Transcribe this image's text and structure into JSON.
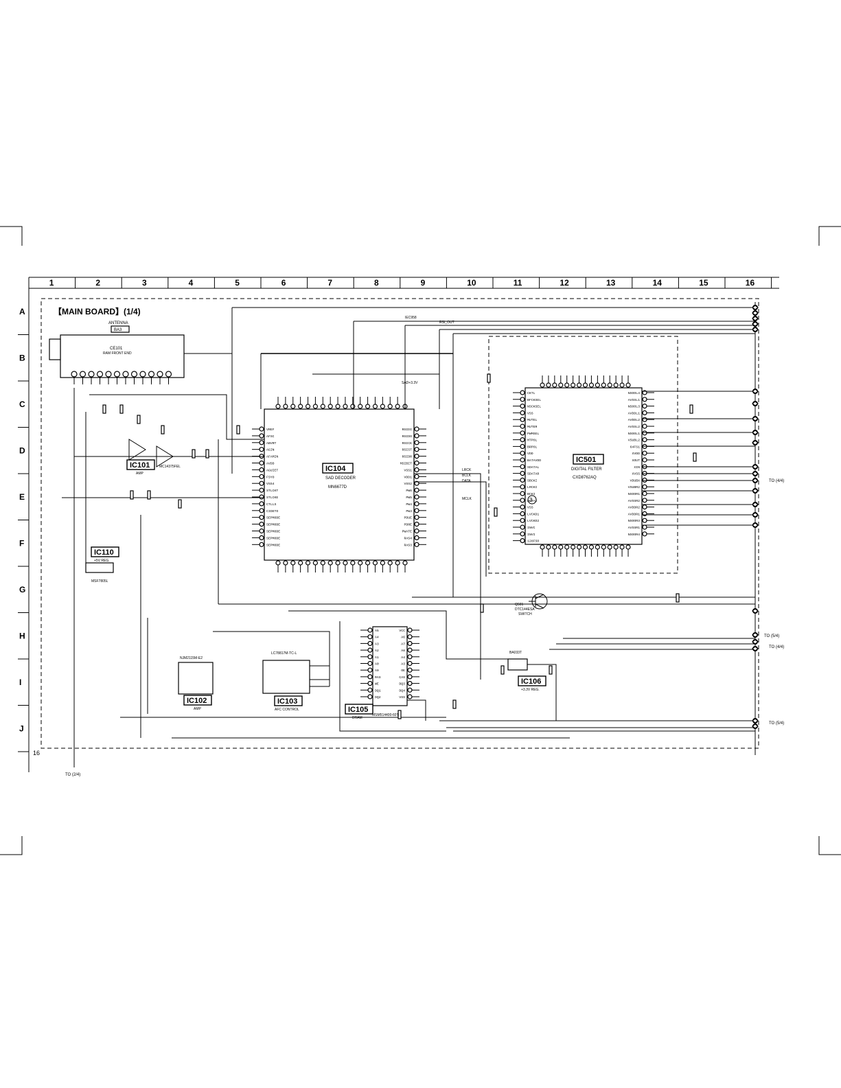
{
  "board_title": "【MAIN BOARD】(1/4)",
  "page_number": "16",
  "grid": {
    "columns": [
      "1",
      "2",
      "3",
      "4",
      "5",
      "6",
      "7",
      "8",
      "9",
      "10",
      "11",
      "12",
      "13",
      "14",
      "15",
      "16"
    ],
    "rows": [
      "A",
      "B",
      "C",
      "D",
      "E",
      "F",
      "G",
      "H",
      "I",
      "J"
    ]
  },
  "antenna": {
    "title": "ANTENNA",
    "ref": "BA3",
    "module": "CE101",
    "module_desc": "RAM FRONT END"
  },
  "ics": [
    {
      "key": "ic104",
      "ref": "IC104",
      "desc": "SAD DECODER",
      "part": "MN6677D"
    },
    {
      "key": "ic501",
      "ref": "IC501",
      "desc": "DIGITAL FILTER",
      "part": "CXD8762AQ"
    },
    {
      "key": "ic101",
      "ref": "IC101",
      "desc": "AMP",
      "part": "MC14375FEL"
    },
    {
      "key": "ic110",
      "ref": "IC110",
      "desc": "+5V REG.",
      "part": "MSF7805L"
    },
    {
      "key": "ic102",
      "ref": "IC102",
      "desc": "AMP",
      "part": "NJM2115M-E2"
    },
    {
      "key": "ic103",
      "ref": "IC103",
      "desc": "AFC CONTROL",
      "part": "LC78817M-TC-L"
    },
    {
      "key": "ic105",
      "ref": "IC105",
      "desc": "DRAM",
      "part": "MSM514400-60TS"
    },
    {
      "key": "ic106",
      "ref": "IC106",
      "desc": "+3.3V REG.",
      "part": "BA033T"
    }
  ],
  "transistor": {
    "ref": "Q501",
    "part": "DTC144ESA",
    "desc": "SWITCH"
  },
  "signals": {
    "iec958": "IEC958",
    "rsi_out": "RSI_OUT",
    "mclk": "MCLK",
    "lrck": "LRCK",
    "bclk": "BCLK",
    "data": "DATA",
    "sadbit": "SAD+3.3V"
  },
  "ic104_left_pins": [
    "VREF",
    "AFSC",
    "ABVRT",
    "AGIN",
    "AFAMIN",
    "AVDD",
    "AGUIET",
    "FSYO",
    "VSS4",
    "STLCKT",
    "STLCKE",
    "CTLLS",
    "CIDETO",
    "SEPMODE",
    "SEPMODE",
    "SEPMODE",
    "SEPMODE",
    "SEPMODE"
  ],
  "ic104_right_pins": [
    "RSIDI",
    "RSIDO",
    "RSICK",
    "RSIST",
    "RSIDR",
    "MSIBIT",
    "VSS1",
    "VDD1",
    "VSS2",
    "PW6",
    "PW5",
    "PW4",
    "PW3",
    "PDUE",
    "PDRE",
    "PWATE",
    "RAS4",
    "RAS3"
  ],
  "ic501_left_pins": [
    "CKTL",
    "BFCKSEL",
    "NSCKSEL",
    "VSS",
    "MUTEL",
    "MUTER",
    "PWMSEL",
    "MTPOL",
    "BRPOL",
    "VDD",
    "BATAVDD",
    "SDATAL",
    "SDATAR",
    "SBCKI",
    "LRCKI",
    "BCKI",
    "DATAI",
    "VSS",
    "LVCKD1",
    "LVCKD2",
    "INVC",
    "INVI",
    "128FSO"
  ],
  "ic501_right_pins": [
    "NSOOL4",
    "AVSSL1",
    "NSOOL3",
    "AVDDL1",
    "AVDDL2",
    "AVSSL2",
    "NSOOL1",
    "VSUBL2",
    "64FS1",
    "XVDD",
    "XOUT",
    "XIN",
    "XVSS",
    "VDUBX",
    "VSUBR2",
    "NSOOR1",
    "AVSSR2",
    "AVDDR2",
    "AVDDR1",
    "NSOOR3",
    "AVSSR1",
    "NSOOR4"
  ],
  "ic105_left_pins": [
    "A5",
    "A4",
    "A3",
    "A2",
    "A1",
    "A0",
    "A9",
    "RAS",
    "WE",
    "DQ1",
    "DQ2"
  ],
  "ic105_right_pins": [
    "VCC",
    "A6",
    "A7",
    "A8",
    "A4",
    "A3",
    "OE",
    "CAS",
    "DQ3",
    "DQ4",
    "VSS"
  ],
  "connectors_right": [
    "TO (4/4)",
    "TO (5/4)",
    "TO (4/4)",
    "TO (5/4)"
  ],
  "bottom_note": "TO (2/4)"
}
